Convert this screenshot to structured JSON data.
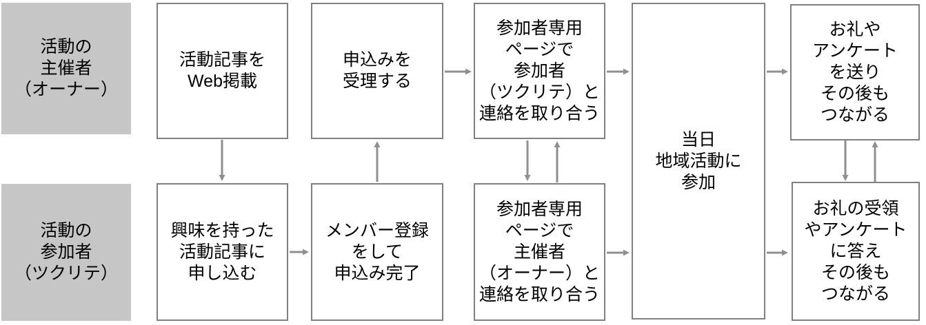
{
  "colors": {
    "lane_fill": "#c6c6c6",
    "box_border": "#7f7f7f",
    "arrow": "#8f8f8f",
    "box_fill": "#ffffff",
    "text": "#000000",
    "background": "#ffffff"
  },
  "lanes": [
    {
      "label": "活動の\n主催者\n（オーナー）"
    },
    {
      "label": "活動の\n参加者\n（ツクリテ）"
    }
  ],
  "steps": {
    "owner": [
      {
        "text": "活動記事を\nWeb掲載"
      },
      {
        "text": "申込みを\n受理する"
      },
      {
        "text": "参加者専用\nページで\n参加者\n（ツクリテ）と\n連絡を取り合う"
      },
      {
        "text": "お礼や\nアンケート\nを送り\nその後も\nつながる"
      }
    ],
    "participant": [
      {
        "text": "興味を持った\n活動記事に\n申し込む"
      },
      {
        "text": "メンバー登録\nをして\n申込み完了"
      },
      {
        "text": "参加者専用\nページで\n主催者\n（オーナー）と\n連絡を取り合う"
      },
      {
        "text": "お礼の受領\nやアンケート\nに答え\nその後も\nつながる"
      }
    ],
    "shared": {
      "text": "当日\n地域活動に\n参加"
    }
  }
}
